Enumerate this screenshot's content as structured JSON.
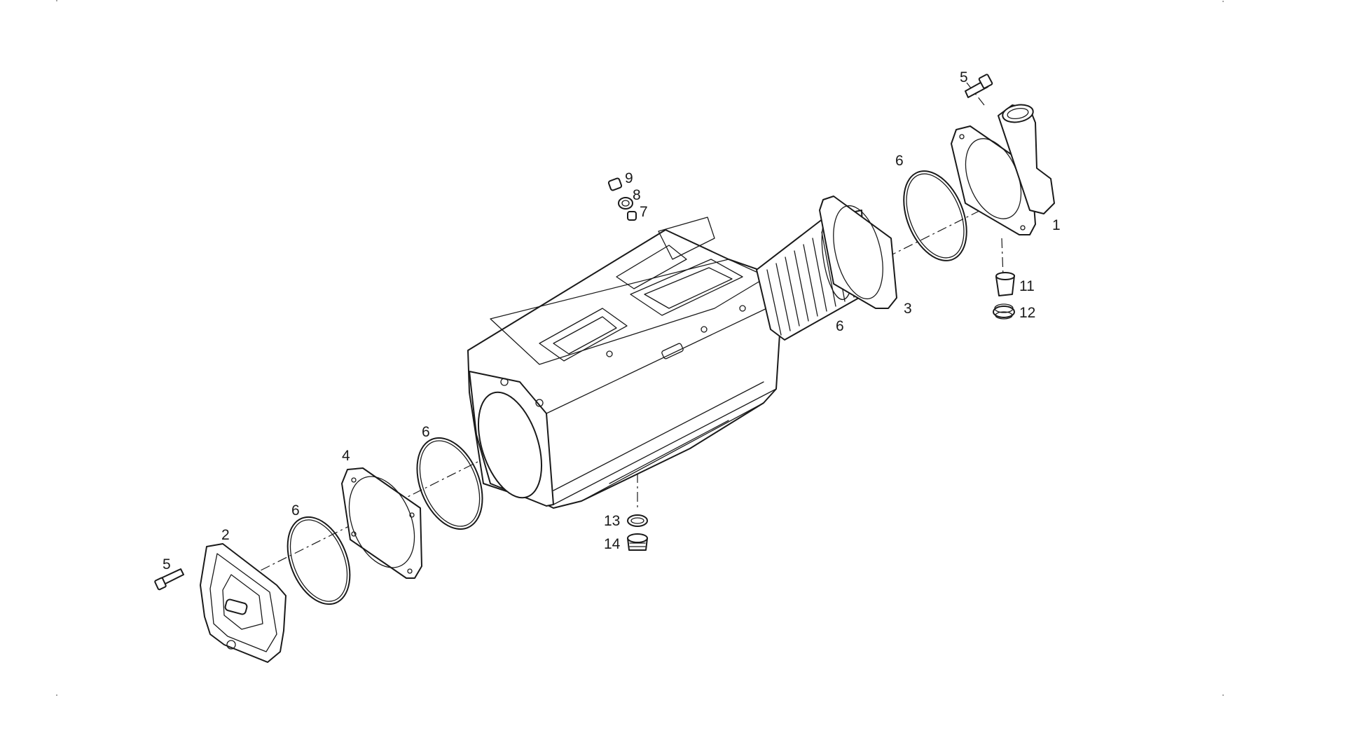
{
  "callouts": [
    {
      "id": "c1",
      "label": "1"
    },
    {
      "id": "c2",
      "label": "2"
    },
    {
      "id": "c3",
      "label": "3"
    },
    {
      "id": "c4",
      "label": "4"
    },
    {
      "id": "c5a",
      "label": "5"
    },
    {
      "id": "c5b",
      "label": "5"
    },
    {
      "id": "c6a",
      "label": "6"
    },
    {
      "id": "c6b",
      "label": "6"
    },
    {
      "id": "c6c",
      "label": "6"
    },
    {
      "id": "c6d",
      "label": "6"
    },
    {
      "id": "c7",
      "label": "7"
    },
    {
      "id": "c8",
      "label": "8"
    },
    {
      "id": "c9",
      "label": "9"
    },
    {
      "id": "c11",
      "label": "11"
    },
    {
      "id": "c12",
      "label": "12"
    },
    {
      "id": "c13",
      "label": "13"
    },
    {
      "id": "c14",
      "label": "14"
    }
  ]
}
